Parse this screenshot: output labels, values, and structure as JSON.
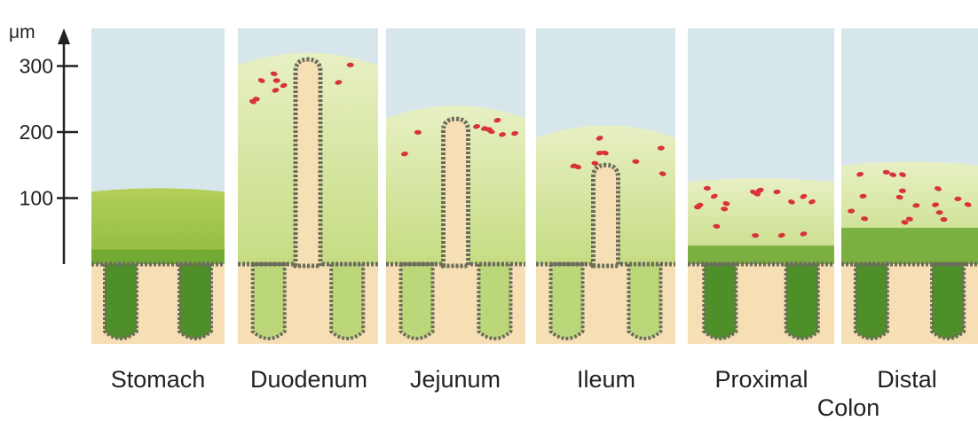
{
  "axis": {
    "unit": "μm",
    "ticks": [
      {
        "label": "300",
        "value": 300
      },
      {
        "label": "200",
        "value": 200
      },
      {
        "label": "100",
        "value": 100
      }
    ]
  },
  "panels": [
    {
      "id": "stomach",
      "label": "Stomach",
      "mucus_height": 115,
      "villus_height": 0,
      "bacteria": false
    },
    {
      "id": "duodenum",
      "label": "Duodenum",
      "mucus_height": 320,
      "villus_height": 310,
      "bacteria": true
    },
    {
      "id": "jejunum",
      "label": "Jejunum",
      "mucus_height": 240,
      "villus_height": 220,
      "bacteria": true
    },
    {
      "id": "ileum",
      "label": "Ileum",
      "mucus_height": 210,
      "villus_height": 150,
      "bacteria": true
    },
    {
      "id": "proximal",
      "label": "Proximal",
      "mucus_height": 130,
      "villus_height": 0,
      "bacteria": true
    },
    {
      "id": "distal",
      "label": "Distal",
      "mucus_height": 155,
      "villus_height": 0,
      "bacteria": true
    }
  ],
  "group_label": "Colon",
  "colors": {
    "lumen": "#d6e6ea",
    "mucus_outer": "#e6efbe",
    "mucus_inner": "#b5d26a",
    "firm_mucus": "#6da733",
    "tissue": "#f6dfb4",
    "epithelium": "#6c6c5c",
    "bacteria": "#d8333a"
  }
}
